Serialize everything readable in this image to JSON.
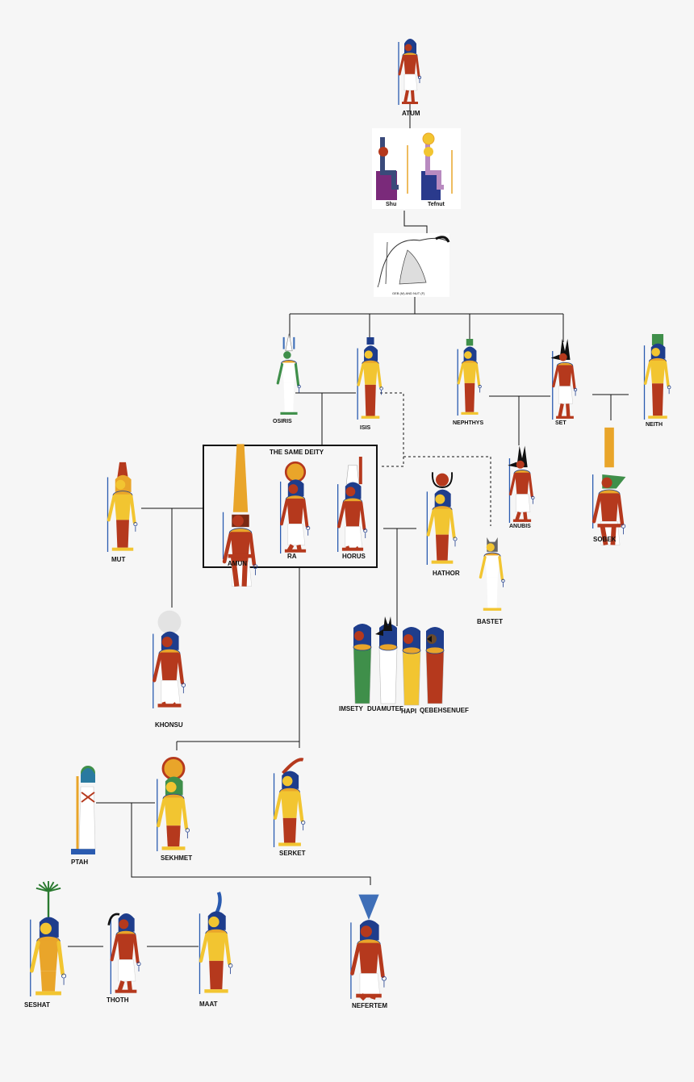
{
  "colors": {
    "skin_red": "#b5391d",
    "skin_yellow": "#f2c531",
    "gold": "#e9a52a",
    "headdress_blue": "#1e3d8c",
    "staff_blue": "#2a5bb0",
    "kilt_white": "#ffffff",
    "line": "#111111",
    "green": "#3f8f4a",
    "background": "#f6f6f6"
  },
  "deities": [
    {
      "id": "atum",
      "label": "ATUM",
      "skin": "#b5391d",
      "head": "blue-headdress"
    },
    {
      "id": "shu",
      "label": "Shu",
      "skin": "#b5391d",
      "head": "feather-crown"
    },
    {
      "id": "tefnut",
      "label": "Tefnut",
      "skin": "#f2c531",
      "head": "sun-disk"
    },
    {
      "id": "geb_nut",
      "label": "GEB (M) AND NUT (F)",
      "head": "sketch"
    },
    {
      "id": "osiris",
      "label": "OSIRIS",
      "skin": "#3f8f4a",
      "head": "atef-crown"
    },
    {
      "id": "isis",
      "label": "ISIS",
      "skin": "#f2c531",
      "head": "throne-crown"
    },
    {
      "id": "nephthys",
      "label": "NEPHTHYS",
      "skin": "#f2c531",
      "head": "house-crown"
    },
    {
      "id": "set",
      "label": "SET",
      "skin": "#b5391d",
      "head": "set-animal"
    },
    {
      "id": "neith",
      "label": "NEITH",
      "skin": "#f2c531",
      "head": "green-crown"
    },
    {
      "id": "amun",
      "label": "AMUN",
      "skin": "#b5391d",
      "head": "tall-plumes"
    },
    {
      "id": "ra",
      "label": "RA",
      "skin": "#b5391d",
      "head": "falcon-sun"
    },
    {
      "id": "horus",
      "label": "HORUS",
      "skin": "#b5391d",
      "head": "falcon-double-crown"
    },
    {
      "id": "mut",
      "label": "MUT",
      "skin": "#f2c531",
      "head": "vulture-crown"
    },
    {
      "id": "anubis",
      "label": "ANUBIS",
      "skin": "#b5391d",
      "head": "jackal"
    },
    {
      "id": "sobek",
      "label": "SOBEK",
      "skin": "#b5391d",
      "head": "crocodile"
    },
    {
      "id": "hathor",
      "label": "HATHOR",
      "skin": "#f2c531",
      "head": "horns-disk"
    },
    {
      "id": "bastet",
      "label": "BASTET",
      "skin": "#f2c531",
      "head": "cat"
    },
    {
      "id": "khonsu",
      "label": "KHONSU",
      "skin": "#b5391d",
      "head": "falcon-moon"
    },
    {
      "id": "imsety",
      "label": "IMSETY",
      "color": "#3f8f4a",
      "head": "human"
    },
    {
      "id": "duamutef",
      "label": "DUAMUTEF",
      "color": "#ffffff",
      "head": "jackal"
    },
    {
      "id": "hapi",
      "label": "HAPI",
      "color": "#f2c531",
      "head": "baboon"
    },
    {
      "id": "qebehsenuef",
      "label": "QEBEHSENUEF",
      "color": "#b5391d",
      "head": "falcon"
    },
    {
      "id": "ptah",
      "label": "PTAH",
      "skin": "#3f8f4a",
      "head": "skullcap"
    },
    {
      "id": "sekhmet",
      "label": "SEKHMET",
      "skin": "#f2c531",
      "head": "lioness-sun"
    },
    {
      "id": "serket",
      "label": "SERKET",
      "skin": "#f2c531",
      "head": "scorpion"
    },
    {
      "id": "seshat",
      "label": "SESHAT",
      "skin": "#f2c531",
      "head": "star-plant"
    },
    {
      "id": "thoth",
      "label": "THOTH",
      "skin": "#b5391d",
      "head": "ibis"
    },
    {
      "id": "maat",
      "label": "MAAT",
      "skin": "#f2c531",
      "head": "feather"
    },
    {
      "id": "nefertem",
      "label": "NEFERTEM",
      "skin": "#b5391d",
      "head": "lotus"
    }
  ],
  "same_deity_box": {
    "label": "THE SAME DEITY"
  }
}
